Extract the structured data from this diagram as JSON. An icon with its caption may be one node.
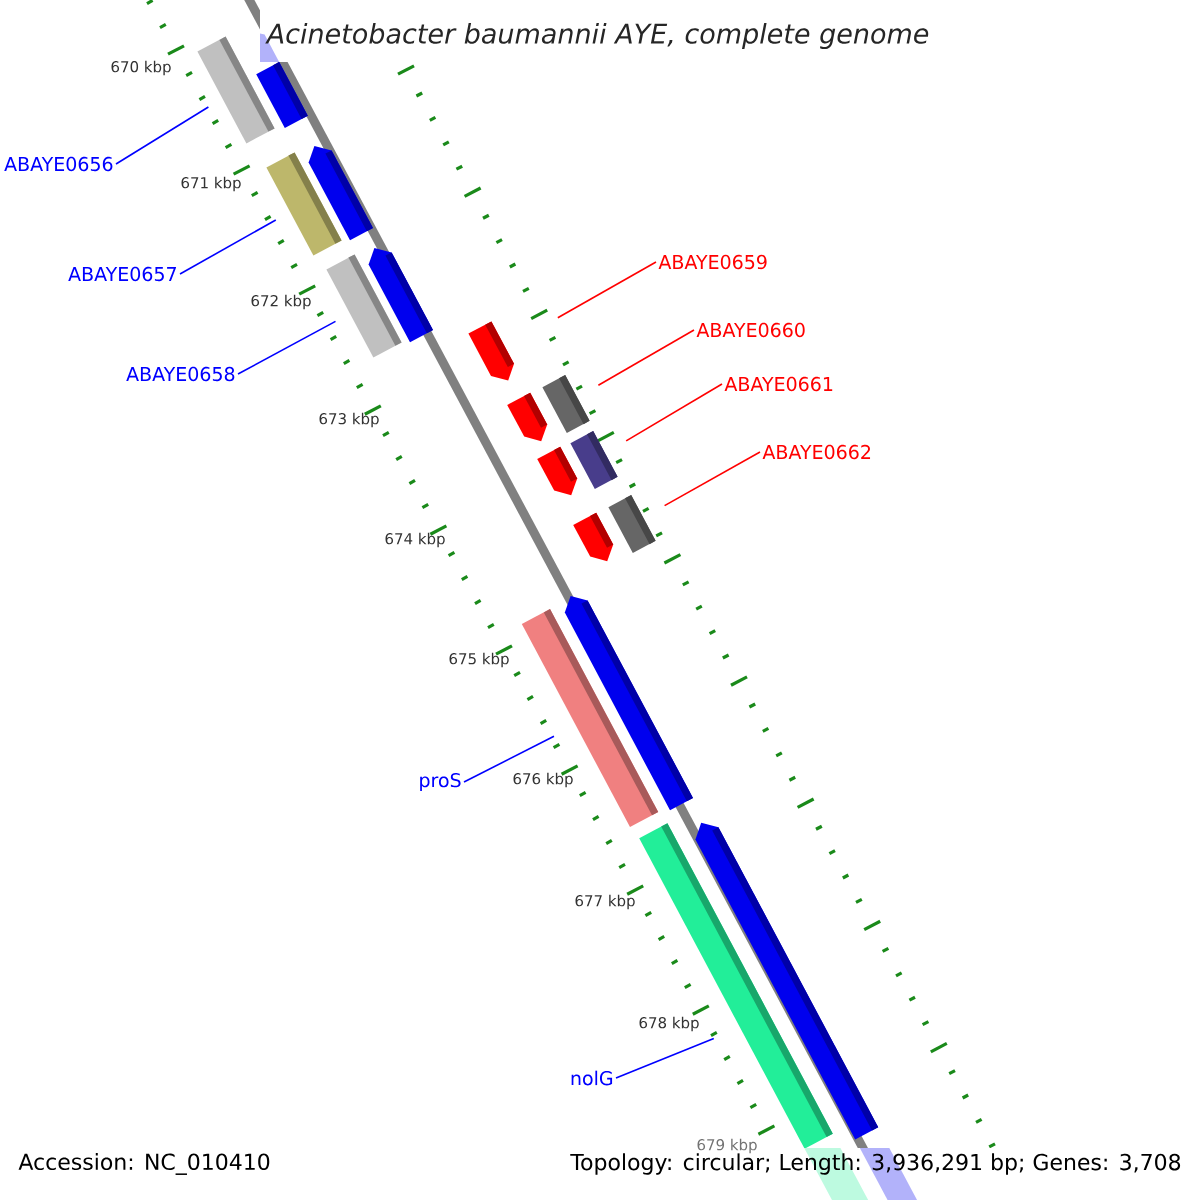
{
  "diagram": {
    "title": "Acinetobacter baumannii AYE, complete genome",
    "nodes": [
      {
        "text": [
          "ABAYE0656"
        ]
      },
      {
        "text": [],
        "shape": "bar"
      },
      {
        "text": [
          "ABAYE0657"
        ]
      },
      {
        "text": [],
        "shape": "bar"
      },
      {
        "text": [
          "ABAYE0658"
        ]
      },
      {
        "text": [],
        "shape": "bar"
      },
      {
        "text": [
          "ABAYE0659"
        ]
      },
      {
        "text": [],
        "shape": "bar"
      },
      {
        "text": [
          "ABAYE0660"
        ]
      },
      {
        "text": [],
        "shape": "bar"
      },
      {
        "text": [
          "ABAYE0661"
        ]
      },
      {
        "text": [],
        "shape": "bar"
      },
      {
        "text": [
          "ABAYE0662"
        ]
      },
      {
        "text": [],
        "shape": "bar"
      },
      {
        "text": [
          "proS"
        ]
      },
      {
        "text": [],
        "shape": "bar"
      },
      {
        "text": [
          "nolG"
        ]
      },
      {
        "text": [],
        "shape": "bar"
      },
      {
        "text": [],
        "shape": "bar"
      },
      {
        "text": [],
        "shape": "bar"
      },
      {
        "text": [],
        "shape": "bar"
      },
      {
        "text": [],
        "shape": "bar"
      },
      {
        "text": [],
        "shape": "bar"
      },
      {
        "text": [],
        "shape": "bar"
      },
      {
        "text": [],
        "shape": "bar"
      },
      {
        "text": [],
        "shape": "bar"
      }
    ],
    "edges": [
      {
        "from": 0,
        "to": 1,
        "arrow": "none"
      },
      {
        "from": 2,
        "to": 3,
        "arrow": "none"
      },
      {
        "from": 4,
        "to": 5,
        "arrow": "none"
      },
      {
        "from": 6,
        "to": 7,
        "arrow": "none",
        "color": "#ff0000"
      },
      {
        "from": 8,
        "to": 21,
        "arrow": "none",
        "color": "#ff0000"
      },
      {
        "from": 10,
        "to": 22,
        "arrow": "none",
        "color": "#ff0000"
      },
      {
        "from": 12,
        "to": 23,
        "arrow": "none",
        "color": "#ff0000"
      },
      {
        "from": 14,
        "to": 15,
        "arrow": "none"
      },
      {
        "from": 16,
        "to": 17,
        "arrow": "none"
      }
    ],
    "labels": [
      "670 kbp",
      "671 kbp",
      "672 kbp",
      "673 kbp",
      "674 kbp",
      "675 kbp",
      "676 kbp",
      "677 kbp",
      "678 kbp",
      "679 kbp",
      "Accession: NC_010410",
      "Topology: circular; Length: 3,936,291 bp; Genes: 3,708"
    ]
  }
}
